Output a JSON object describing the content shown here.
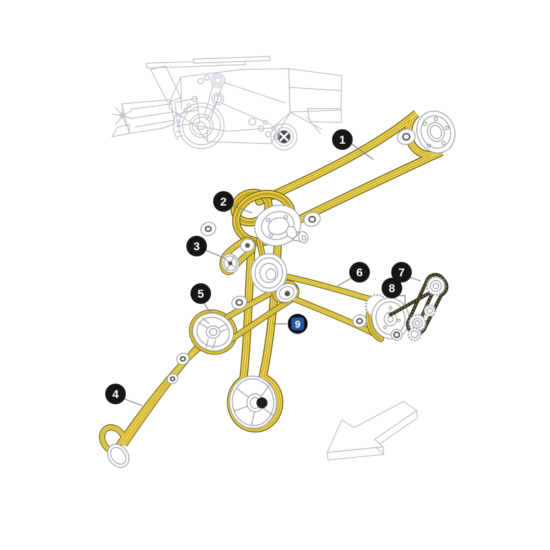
{
  "diagram": {
    "subject": "combine-harvester-drive-belts-parts-diagram",
    "callouts": [
      {
        "label": "1",
        "highlighted": false
      },
      {
        "label": "2",
        "highlighted": false
      },
      {
        "label": "3",
        "highlighted": false
      },
      {
        "label": "4",
        "highlighted": false
      },
      {
        "label": "5",
        "highlighted": false
      },
      {
        "label": "6",
        "highlighted": false
      },
      {
        "label": "7",
        "highlighted": false
      },
      {
        "label": "8",
        "highlighted": false
      },
      {
        "label": "9",
        "highlighted": true
      }
    ],
    "colors": {
      "belt_yellow": "#EDD13F",
      "belt_edge": "#6C6320",
      "belt_rib": "#C2A52F",
      "belt_highlight": "#F7E47C",
      "outline_gray": "#9FA6AC",
      "sketch_gray": "#B9BEC3",
      "chain_dark": "#34321E",
      "badge_black": "#161616",
      "badge9_blue": "#2457A4",
      "badge_text": "#FFFFFF",
      "background": "#FFFFFF"
    }
  }
}
